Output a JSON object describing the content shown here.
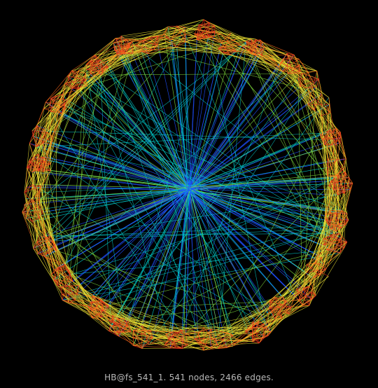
{
  "caption": "HB@fs_541_1. 541 nodes, 2466 edges.",
  "graph": {
    "matrix_name": "HB@fs_541_1",
    "node_count": 541,
    "edge_count": 2466,
    "background_color": "#000000",
    "edge_colors": {
      "long_range": "#1f4fff",
      "mid_range_cyan": "#00c8c8",
      "mid_range_green": "#7fdc3c",
      "short_range_yellow": "#e6dc32",
      "local_orange": "#ff6a1a",
      "local_red": "#e8321e"
    },
    "caption_color": "#b8b8b8"
  }
}
